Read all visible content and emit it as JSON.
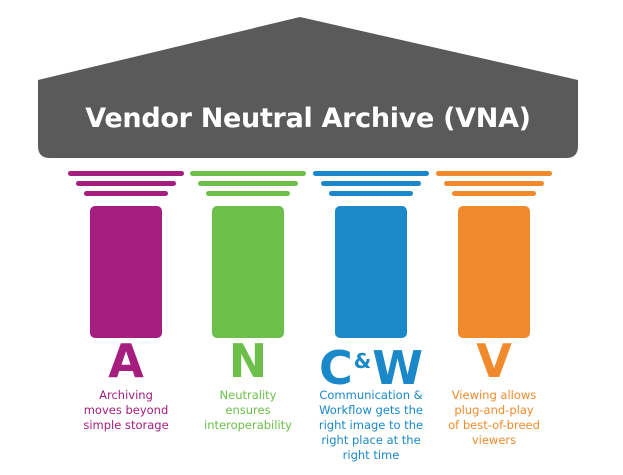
{
  "title": "Vendor Neutral Archive (VNA)",
  "colors": {
    "roof": "#5a5a5a",
    "a": "#a51d7e",
    "n": "#6cc04a",
    "cw": "#1a88c9",
    "v": "#f08a2c"
  },
  "pillars": [
    {
      "letter": "A",
      "lines": [
        "Archiving",
        "moves beyond",
        "simple storage"
      ]
    },
    {
      "letter": "N",
      "lines": [
        "Neutrality",
        "ensures",
        "interoperability"
      ]
    },
    {
      "letter_c": "C",
      "letter_amp": "&",
      "letter_w": "W",
      "lines": [
        "Communication &",
        "Workflow gets the",
        "right image to the",
        "right place at the",
        "right time"
      ]
    },
    {
      "letter": "V",
      "lines": [
        "Viewing allows",
        "plug-and-play",
        "of best-of-breed",
        "viewers"
      ]
    }
  ]
}
